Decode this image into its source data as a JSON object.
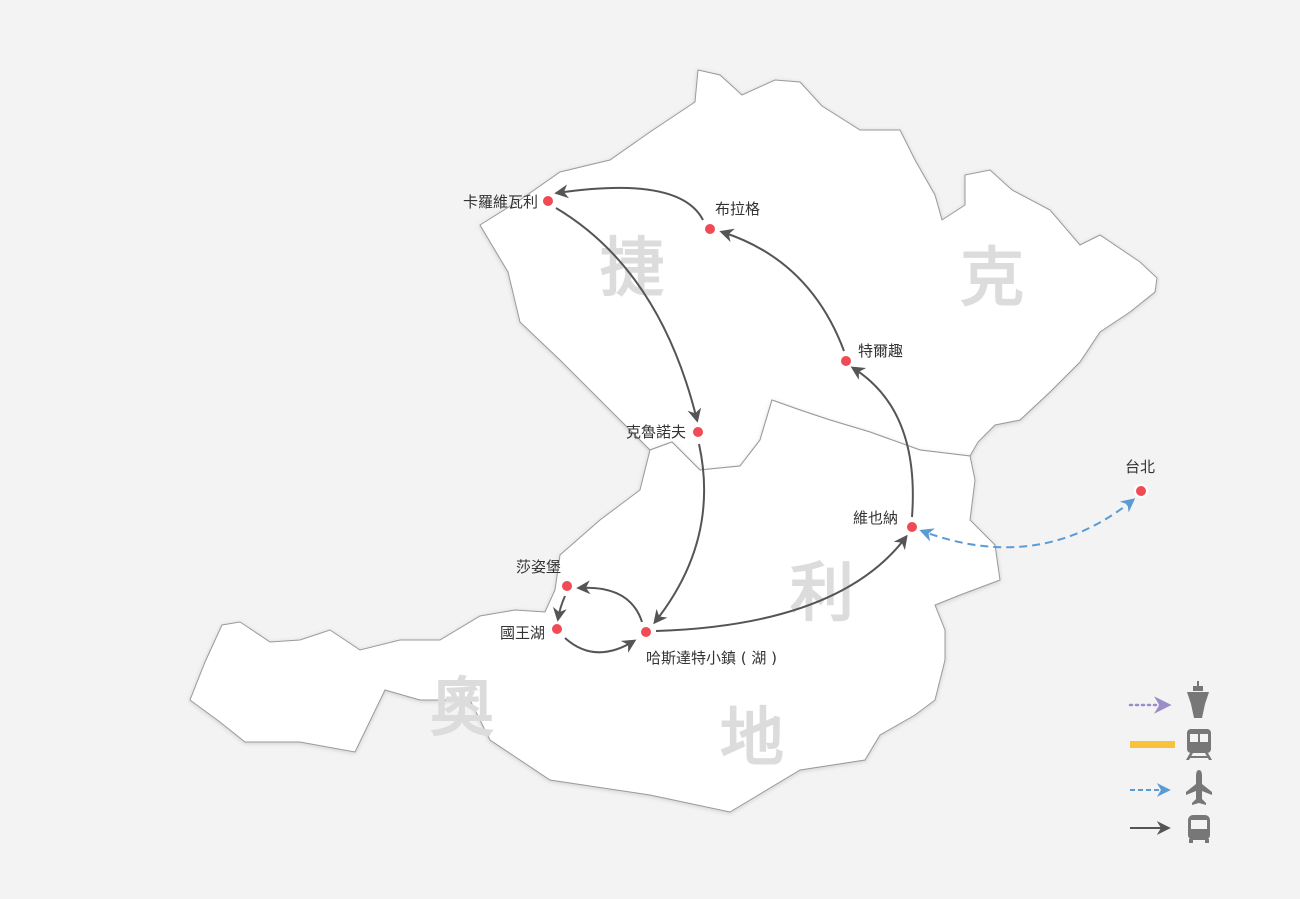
{
  "regions": [
    {
      "name": "czech",
      "chars": [
        "捷",
        "克"
      ]
    },
    {
      "name": "austria",
      "chars": [
        "奧",
        "地",
        "利"
      ]
    }
  ],
  "cities": [
    {
      "id": "karlovy-vary",
      "label": "卡羅維瓦利"
    },
    {
      "id": "prague",
      "label": "布拉格"
    },
    {
      "id": "telc",
      "label": "特爾趣"
    },
    {
      "id": "krumlov",
      "label": "克魯諾夫"
    },
    {
      "id": "vienna",
      "label": "維也納"
    },
    {
      "id": "taipei",
      "label": "台北"
    },
    {
      "id": "salzburg",
      "label": "莎姿堡"
    },
    {
      "id": "konigssee",
      "label": "國王湖"
    },
    {
      "id": "hallstatt",
      "label": "哈斯達特小鎮 ( 湖 )"
    }
  ],
  "routes": [
    {
      "from": "taipei",
      "to": "vienna",
      "mode": "plane",
      "bidirectional": true
    },
    {
      "from": "vienna",
      "to": "telc",
      "mode": "bus"
    },
    {
      "from": "telc",
      "to": "prague",
      "mode": "bus"
    },
    {
      "from": "prague",
      "to": "karlovy-vary",
      "mode": "bus"
    },
    {
      "from": "karlovy-vary",
      "to": "krumlov",
      "mode": "bus"
    },
    {
      "from": "krumlov",
      "to": "hallstatt",
      "mode": "bus"
    },
    {
      "from": "hallstatt",
      "to": "salzburg",
      "mode": "bus"
    },
    {
      "from": "salzburg",
      "to": "konigssee",
      "mode": "bus"
    },
    {
      "from": "konigssee",
      "to": "hallstatt",
      "mode": "bus"
    },
    {
      "from": "hallstatt",
      "to": "vienna",
      "mode": "bus"
    }
  ],
  "legend": [
    {
      "mode": "ship",
      "icon": "ship-icon",
      "line": "dotted",
      "color": "#9b8ec8"
    },
    {
      "mode": "train",
      "icon": "train-icon",
      "line": "solid-thick",
      "color": "#f9c23c"
    },
    {
      "mode": "plane",
      "icon": "plane-icon",
      "line": "dashed",
      "color": "#5b9bd5"
    },
    {
      "mode": "bus",
      "icon": "bus-icon",
      "line": "solid",
      "color": "#555555"
    }
  ],
  "colors": {
    "city": "#f04a55",
    "icon": "#777777"
  }
}
